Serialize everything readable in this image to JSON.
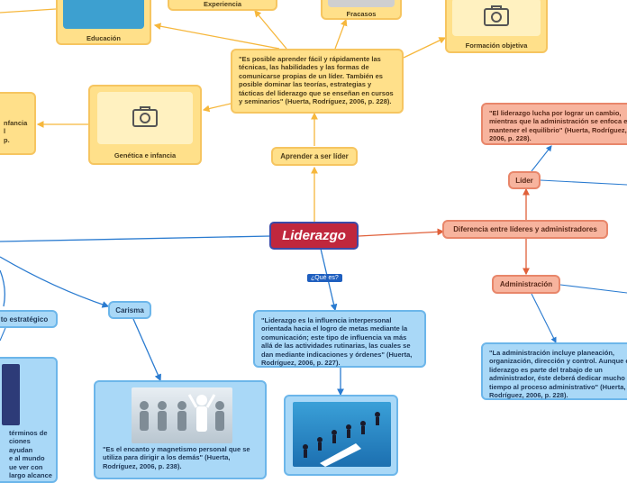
{
  "central": "Liderazgo",
  "topics": {
    "aprender": "Aprender a ser líder",
    "diferencia": "Diferencia entre líderes y administradores",
    "lider": "Líder",
    "administracion": "Administración",
    "carisma": "Carisma",
    "pensamiento": "to estratégico",
    "educacion": "Educación",
    "experiencia": "Experiencia",
    "fracasos": "Fracasos",
    "formacion": "Formación objetiva",
    "genetica": "Genética e infancia"
  },
  "texts": {
    "aprender_quote": "\"Es posible aprender fácil y rápidamente las técnicas, las habilidades y las formas de comunicarse propias de un líder. También es posible dominar las teorías, estrategias y tácticas del liderazgo que se enseñan en cursos y seminarios\" (Huerta, Rodríguez, 2006, p. 228).",
    "definicion": "\"Liderazgo es la influencia interpersonal orientada hacia el logro de metas mediante la comunicación; este tipo de influencia va más allá de las actividades rutinarias, las cuales se dan mediante indicaciones y órdenes\" (Huerta, Rodríguez, 2006, p. 227).",
    "lider_quote": "\"El liderazgo lucha por lograr un cambio, mientras que la administración se enfoca en mantener el equilibrio\" (Huerta, Rodríguez, 2006, p. 228).",
    "admin_quote": "\"La administración incluye planeación, organización, dirección y control. Aunque el liderazgo es parte del trabajo de un administrador, éste deberá dedicar mucho tiempo al proceso administrativo\" (Huerta, Rodríguez, 2006, p. 228).",
    "carisma_quote": "\"Es el encanto y magnetismo personal que se utiliza para dirigir a los demás\" (Huerta, Rodríguez, 2006, p. 238).",
    "left_fragment": "términos de\nciones ayudan\ne al mundo\nue ver con\nlargo alcance",
    "genetica_fragment": "nfancia\nl\n p."
  },
  "relations": {
    "que_es": "¿Qué es?"
  },
  "icons": [
    "camera-icon"
  ],
  "colors": {
    "yellow_fill": "#ffe08a",
    "yellow_line": "#f6b73c",
    "red_fill": "#f7b49e",
    "red_line": "#e0603a",
    "blue_fill": "#a9d8f7",
    "blue_line": "#2a7bd0",
    "central_fill": "#c0273d"
  }
}
